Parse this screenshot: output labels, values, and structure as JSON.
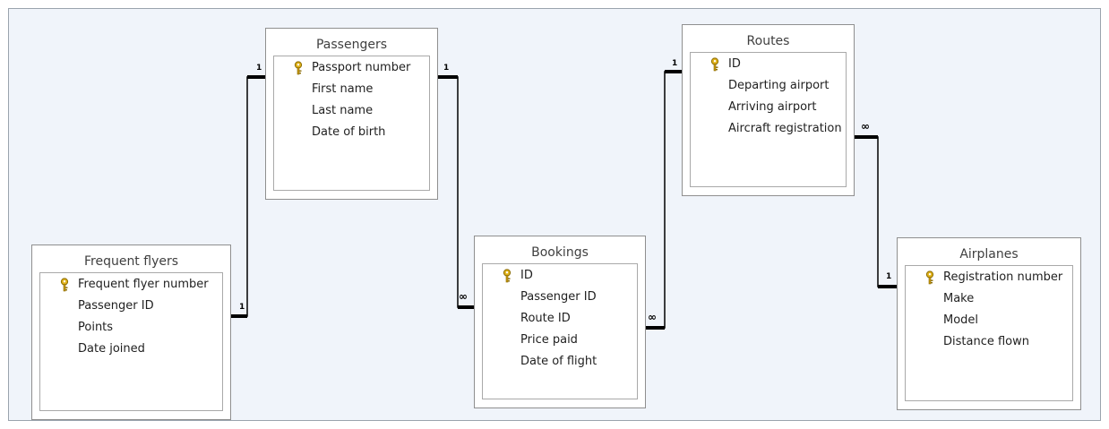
{
  "tables": {
    "passengers": {
      "title": "Passengers",
      "fields": [
        {
          "label": "Passport number",
          "key": true
        },
        {
          "label": "First name",
          "key": false
        },
        {
          "label": "Last name",
          "key": false
        },
        {
          "label": "Date of birth",
          "key": false
        }
      ]
    },
    "routes": {
      "title": "Routes",
      "fields": [
        {
          "label": "ID",
          "key": true
        },
        {
          "label": "Departing airport",
          "key": false
        },
        {
          "label": "Arriving airport",
          "key": false
        },
        {
          "label": "Aircraft registration",
          "key": false
        }
      ]
    },
    "frequent_flyers": {
      "title": "Frequent flyers",
      "fields": [
        {
          "label": "Frequent flyer number",
          "key": true
        },
        {
          "label": "Passenger ID",
          "key": false
        },
        {
          "label": "Points",
          "key": false
        },
        {
          "label": "Date joined",
          "key": false
        }
      ]
    },
    "bookings": {
      "title": "Bookings",
      "fields": [
        {
          "label": "ID",
          "key": true
        },
        {
          "label": "Passenger ID",
          "key": false
        },
        {
          "label": "Route ID",
          "key": false
        },
        {
          "label": "Price paid",
          "key": false
        },
        {
          "label": "Date of flight",
          "key": false
        }
      ]
    },
    "airplanes": {
      "title": "Airplanes",
      "fields": [
        {
          "label": "Registration number",
          "key": true
        },
        {
          "label": "Make",
          "key": false
        },
        {
          "label": "Model",
          "key": false
        },
        {
          "label": "Distance flown",
          "key": false
        }
      ]
    }
  },
  "relationships": {
    "ff_passengers": {
      "from": "Frequent flyers",
      "to": "Passengers",
      "from_card": "1",
      "to_card": "1"
    },
    "passengers_bookings": {
      "from": "Passengers",
      "to": "Bookings",
      "from_card": "1",
      "to_card": "∞"
    },
    "bookings_routes": {
      "from": "Bookings",
      "to": "Routes",
      "from_card": "∞",
      "to_card": "1"
    },
    "routes_airplanes": {
      "from": "Routes",
      "to": "Airplanes",
      "from_card": "∞",
      "to_card": "1"
    }
  },
  "colors": {
    "canvas": "#f0f4fa",
    "line": "#000000",
    "key_icon": "#e0b21a"
  }
}
